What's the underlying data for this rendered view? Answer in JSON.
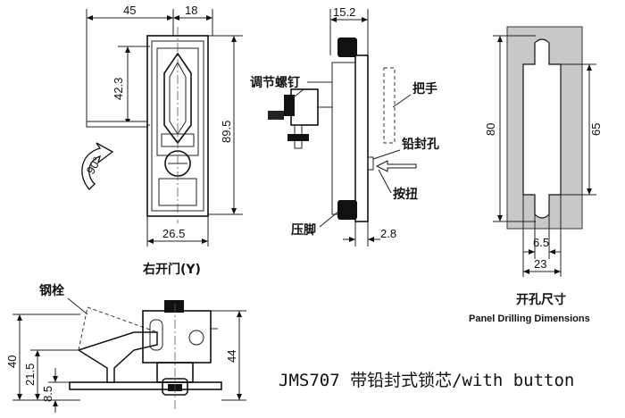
{
  "front_view": {
    "dims": {
      "top_width": "45",
      "top_right": "18",
      "handle_height": "42.3",
      "body_height": "89.5",
      "bottom_width": "26.5",
      "rotation": "90°"
    },
    "caption": "右开门(Y)"
  },
  "side_view": {
    "dims": {
      "top": "15.2",
      "bottom": "2.8"
    },
    "labels": {
      "adjust_screw": "调节螺钉",
      "handle": "把手",
      "seal_hole": "铅封孔",
      "button": "按扭",
      "press_foot": "压脚"
    }
  },
  "panel_cutout": {
    "dims": {
      "outer_height": "80",
      "inner_height": "65",
      "slot_width": "6.5",
      "cutout_width": "23"
    },
    "title_cn": "开孔尺寸",
    "title_en": "Panel Drilling Dimensions",
    "fill_color": "#c8c8c8"
  },
  "bottom_view": {
    "dims": {
      "h40": "40",
      "h21_5": "21.5",
      "h8_5": "8.5",
      "h44": "44"
    },
    "label_bolt": "钢栓"
  },
  "product_title": "JMS707 带铅封式锁芯/with button"
}
